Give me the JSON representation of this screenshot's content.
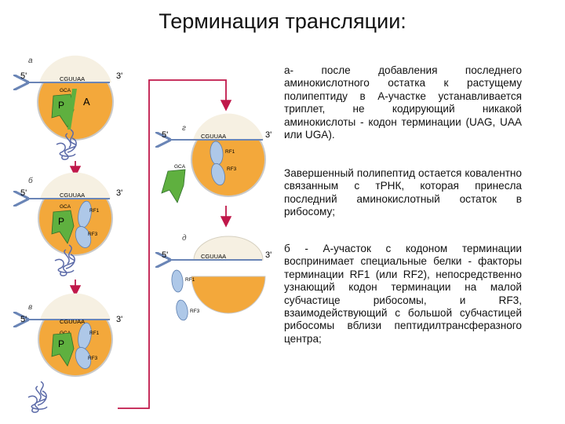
{
  "title": "Терминация трансляции:",
  "paragraphs": [
    "а- после добавления последнего аминокислотного остатка к растущему полипептиду в А-участке устанавливается триплет, не кодирующий никакой аминокислоты - кодон терминации (UAG, UAA или UGA).",
    "Завершенный полипептид остается ковалентно связанным с тРНК, которая принесла последний аминокислотный остаток в рибосому;",
    "б - А-участок с кодоном терминации воспринимает специальные белки - факторы терминации RF1 (или RF2), непосредственно узнающий кодон терминации на малой субчастице рибосомы, и RF3, взаимодействующий с большой субчастицей рибосомы вблизи пептидилтрансферазного центра;"
  ],
  "diagram": {
    "panel_letters": [
      "а",
      "б",
      "в",
      "г",
      "д"
    ],
    "mrna_5": "5'",
    "mrna_3": "3'",
    "mrna_seq": "CGUUAA",
    "anticodon": "GCA",
    "site_p": "P",
    "site_a": "A",
    "rf1": "RF1",
    "rf3": "RF3",
    "colors": {
      "ribosome": "#f3a83b",
      "ribosome_top": "#f6f0e2",
      "trna": "#5fb03f",
      "factor": "#aec8e8",
      "arrow_red": "#c0184a",
      "mrna_arrow": "#6a85b6"
    }
  }
}
